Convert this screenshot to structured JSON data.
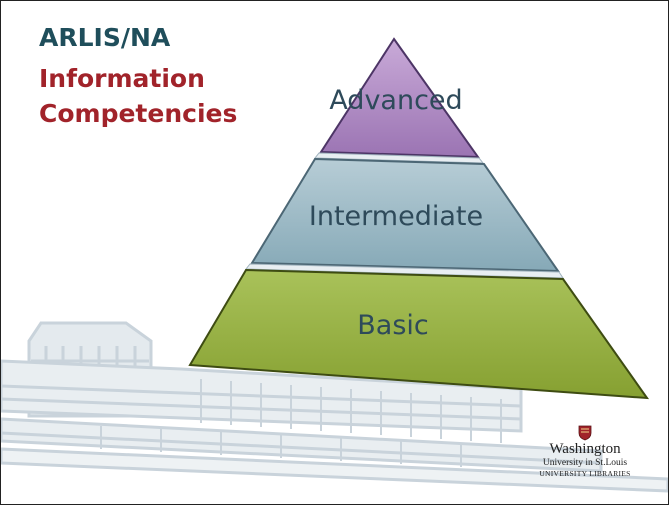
{
  "title": {
    "line1": "ARLIS/NA",
    "line2": "Information",
    "line3": "Competencies"
  },
  "pyramid": {
    "tiers": [
      {
        "label": "Advanced",
        "color": "#a883bd"
      },
      {
        "label": "Intermediate",
        "color": "#8fb0bd"
      },
      {
        "label": "Basic",
        "color": "#8faa3b"
      }
    ]
  },
  "logo": {
    "line1": "Washington",
    "line2": "University in St.Louis",
    "line3": "UNIVERSITY LIBRARIES",
    "crest_icon": "shield-crest-icon",
    "crest_color": "#a1232a"
  }
}
